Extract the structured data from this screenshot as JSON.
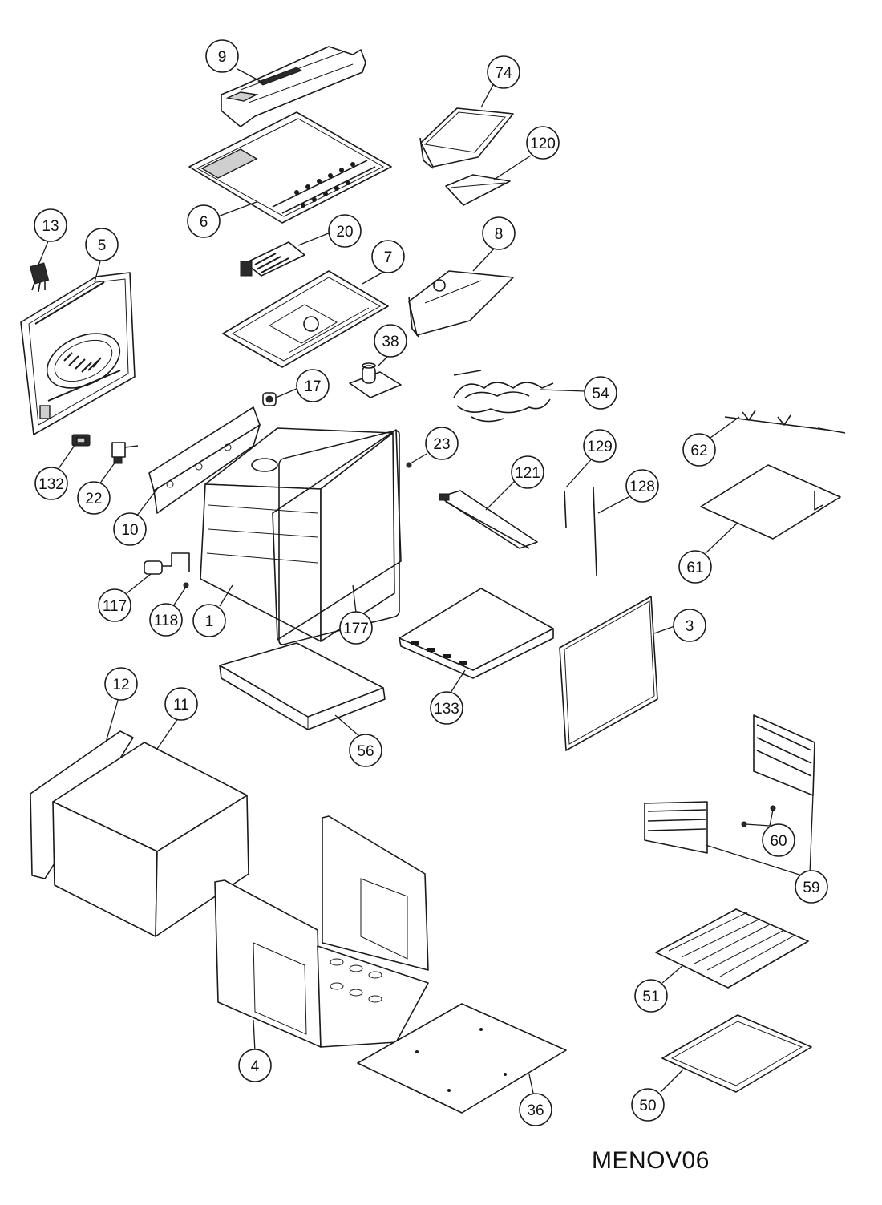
{
  "diagram_code": "MENOV06",
  "callouts": [
    {
      "id": "9",
      "label": "9"
    },
    {
      "id": "74",
      "label": "74"
    },
    {
      "id": "120",
      "label": "120"
    },
    {
      "id": "6",
      "label": "6"
    },
    {
      "id": "13",
      "label": "13"
    },
    {
      "id": "5",
      "label": "5"
    },
    {
      "id": "20",
      "label": "20"
    },
    {
      "id": "7",
      "label": "7"
    },
    {
      "id": "8",
      "label": "8"
    },
    {
      "id": "38",
      "label": "38"
    },
    {
      "id": "17",
      "label": "17"
    },
    {
      "id": "54",
      "label": "54"
    },
    {
      "id": "23",
      "label": "23"
    },
    {
      "id": "129",
      "label": "129"
    },
    {
      "id": "128",
      "label": "128"
    },
    {
      "id": "62",
      "label": "62"
    },
    {
      "id": "121",
      "label": "121"
    },
    {
      "id": "132",
      "label": "132"
    },
    {
      "id": "22",
      "label": "22"
    },
    {
      "id": "10",
      "label": "10"
    },
    {
      "id": "61",
      "label": "61"
    },
    {
      "id": "117",
      "label": "117"
    },
    {
      "id": "118",
      "label": "118"
    },
    {
      "id": "1",
      "label": "1"
    },
    {
      "id": "177",
      "label": "177"
    },
    {
      "id": "3",
      "label": "3"
    },
    {
      "id": "133",
      "label": "133"
    },
    {
      "id": "12",
      "label": "12"
    },
    {
      "id": "11",
      "label": "11"
    },
    {
      "id": "56",
      "label": "56"
    },
    {
      "id": "60",
      "label": "60"
    },
    {
      "id": "59",
      "label": "59"
    },
    {
      "id": "51",
      "label": "51"
    },
    {
      "id": "4",
      "label": "4"
    },
    {
      "id": "50",
      "label": "50"
    },
    {
      "id": "36",
      "label": "36"
    }
  ]
}
